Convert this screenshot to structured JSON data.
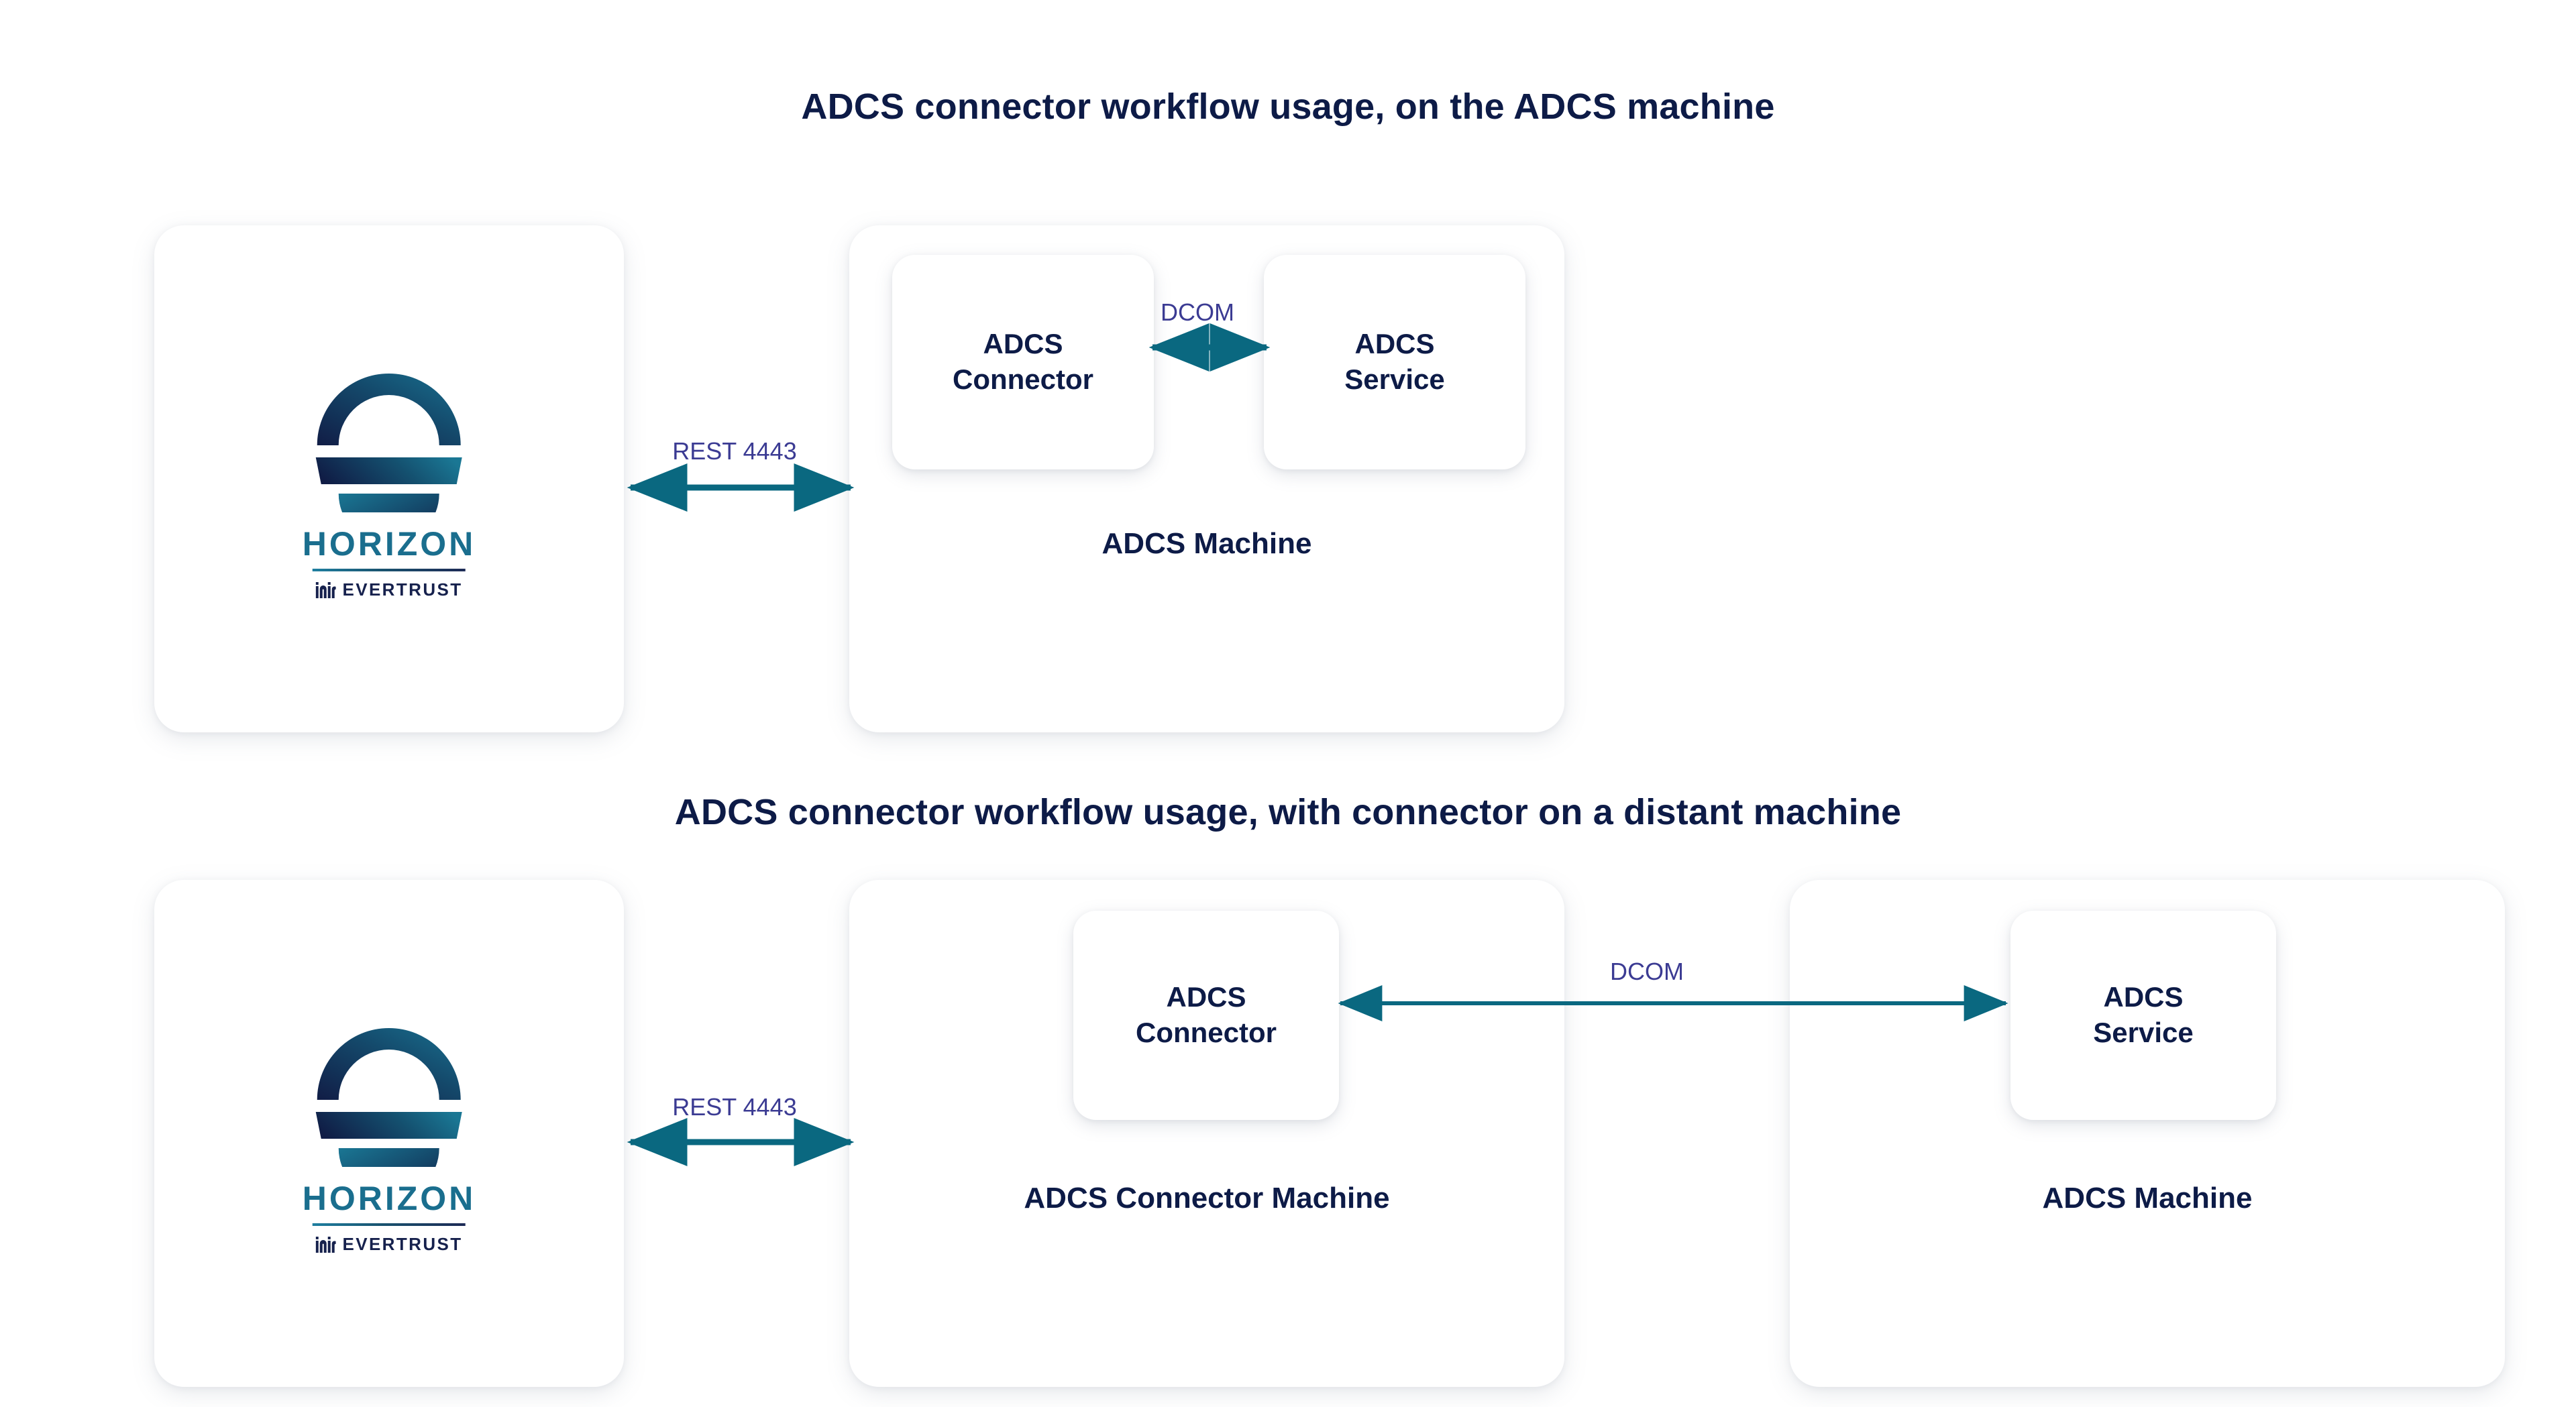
{
  "page": {
    "background": "#ffffff",
    "accent_teal": "#0a6880",
    "accent_navy": "#0d1b47",
    "accent_label_blue": "#3b3b93",
    "logo_teal": "#1a6e8e"
  },
  "diagrams": [
    {
      "title": "ADCS connector workflow usage, on the ADCS machine",
      "panels": [
        {
          "name": "horizon",
          "label": ""
        },
        {
          "name": "adcs-machine",
          "label": "ADCS Machine"
        }
      ],
      "cards": [
        {
          "name": "adcs-connector",
          "label": "ADCS\nConnector"
        },
        {
          "name": "adcs-service",
          "label": "ADCS\nService"
        }
      ],
      "connections": [
        {
          "name": "rest",
          "label": "REST 4443",
          "style": "double"
        },
        {
          "name": "dcom",
          "label": "DCOM",
          "style": "double"
        }
      ]
    },
    {
      "title": "ADCS connector workflow usage, with connector on a distant machine",
      "panels": [
        {
          "name": "horizon",
          "label": ""
        },
        {
          "name": "adcs-connector-machine",
          "label": "ADCS Connector Machine"
        },
        {
          "name": "adcs-machine",
          "label": "ADCS Machine"
        }
      ],
      "cards": [
        {
          "name": "adcs-connector",
          "label": "ADCS\nConnector"
        },
        {
          "name": "adcs-service",
          "label": "ADCS\nService"
        }
      ],
      "connections": [
        {
          "name": "rest",
          "label": "REST 4443",
          "style": "double"
        },
        {
          "name": "dcom",
          "label": "DCOM",
          "style": "double"
        }
      ]
    }
  ],
  "logo": {
    "wordmark": "HORIZON",
    "subtitle": "EVERTRUST",
    "mark_name": "horizon-sun-arc-mark",
    "sub_mark_name": "evertrust-monogram-icon"
  }
}
